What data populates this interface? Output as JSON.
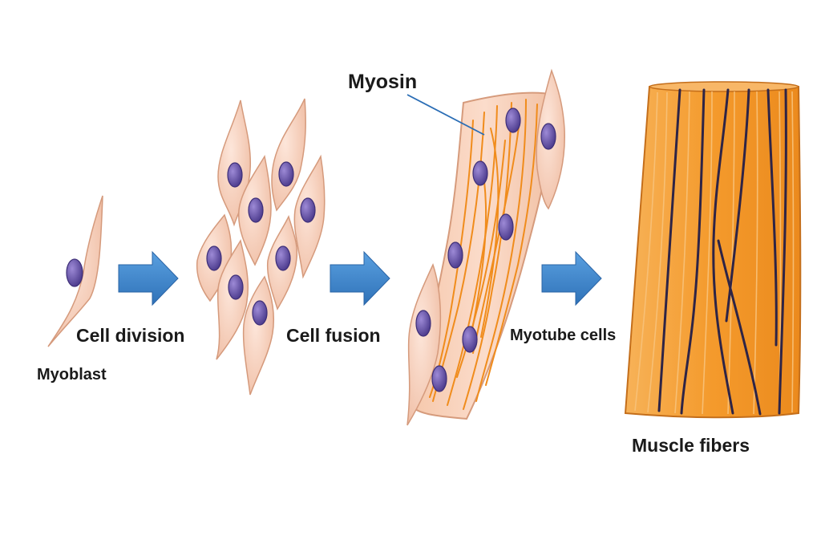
{
  "labels": {
    "myoblast": "Myoblast",
    "cell_division": "Cell division",
    "cell_fusion": "Cell fusion",
    "myotube_cells": "Myotube cells",
    "myosin": "Myosin",
    "muscle_fibers": "Muscle fibers"
  },
  "colors": {
    "cell_fill": "#f7d3c0",
    "cell_stroke": "#d9a58a",
    "nucleus": "#6a55a8",
    "nucleus_stroke": "#3e2f78",
    "arrow": "#3f86cc",
    "myosin_line": "#f08c1c",
    "fiber_fill": "#f4a23c",
    "fiber_stroke": "#c46e1a",
    "fiber_line": "#2e2446",
    "pointer": "#2a6db5"
  },
  "icons": [
    "arrow-right-icon",
    "arrow-right-icon",
    "arrow-right-icon"
  ]
}
